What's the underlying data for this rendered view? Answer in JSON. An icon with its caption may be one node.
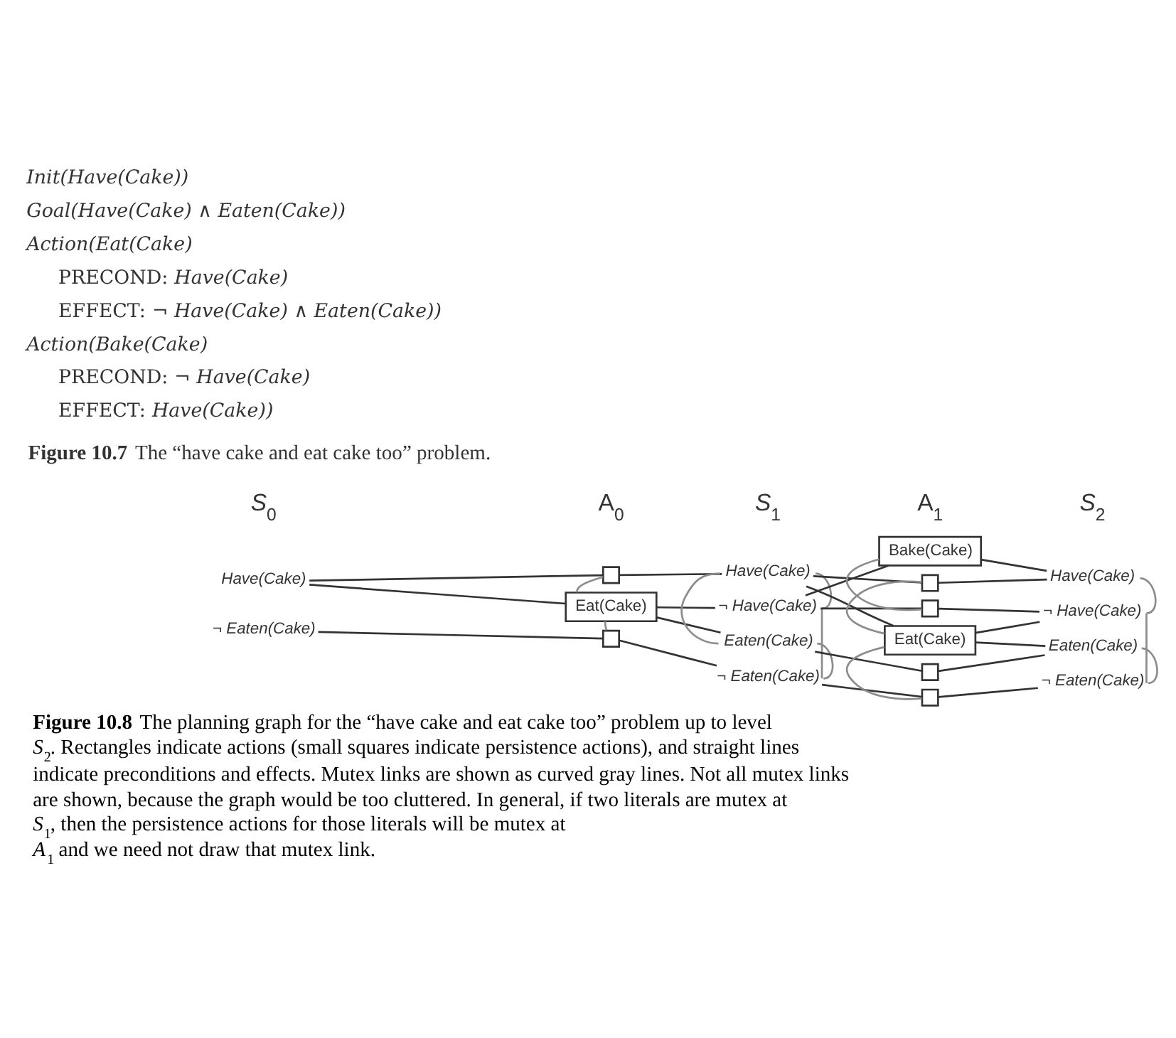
{
  "diagram": {
    "caption": "**Figure 10.8** The planning graph for the “have cake and eat cake too” problem up to level *S*$_{2}$. Rectangles indicate actions (small squares indicate persistence actions), and straight lines indicate preconditions and effects. Mutex links are shown as curved gray lines. Not all mutex links are shown, because the graph would be too cluttered. In general, if two literals are mutex at *S*$_{1}$, then the persistence actions for those literals will be mutex at *A*$_{1}$ and we need not draw that mutex link.",
    "nodes": [
      {
        "text": [
          "Have(Cake)"
        ]
      },
      {
        "text": [
          "¬ Eaten(Cake)"
        ]
      },
      {
        "text": [],
        "shape": "box"
      },
      {
        "text": [
          "Eat(Cake)"
        ]
      },
      {
        "text": [],
        "shape": "box"
      },
      {
        "text": [
          "Have(Cake)"
        ]
      },
      {
        "text": [
          "¬ Have(Cake)"
        ]
      },
      {
        "text": [
          "Eaten(Cake)"
        ]
      },
      {
        "text": [
          "¬ Eaten(Cake)"
        ]
      },
      {
        "text": [
          "Bake(Cake)"
        ]
      },
      {
        "text": [],
        "shape": "box"
      },
      {
        "text": [],
        "shape": "box"
      },
      {
        "text": [
          "Eat(Cake)"
        ]
      },
      {
        "text": [],
        "shape": "box"
      },
      {
        "text": [],
        "shape": "box"
      },
      {
        "text": [
          "Have(Cake)"
        ]
      },
      {
        "text": [
          "¬ Have(Cake)"
        ]
      },
      {
        "text": [
          "Eaten(Cake)"
        ]
      },
      {
        "text": [
          "¬ Eaten(Cake)"
        ]
      }
    ],
    "edges": [
      {
        "from": 0,
        "to": 2,
        "arrow": "none"
      },
      {
        "from": 2,
        "to": 5,
        "arrow": "none"
      },
      {
        "from": 0,
        "to": 3,
        "arrow": "none"
      },
      {
        "from": 3,
        "to": 6,
        "arrow": "none"
      },
      {
        "from": 3,
        "to": 7,
        "arrow": "none"
      },
      {
        "from": 1,
        "to": 4,
        "arrow": "none"
      },
      {
        "from": 4,
        "to": 8,
        "arrow": "none"
      },
      {
        "from": 5,
        "to": 10,
        "arrow": "none"
      },
      {
        "from": 10,
        "to": 15,
        "arrow": "none"
      },
      {
        "from": 6,
        "to": 11,
        "arrow": "none"
      },
      {
        "from": 11,
        "to": 16,
        "arrow": "none"
      },
      {
        "from": 5,
        "to": 12,
        "arrow": "none"
      },
      {
        "from": 6,
        "to": 9,
        "arrow": "none"
      },
      {
        "from": 9,
        "to": 15,
        "arrow": "none"
      },
      {
        "from": 12,
        "to": 16,
        "arrow": "none"
      },
      {
        "from": 12,
        "to": 17,
        "arrow": "none"
      },
      {
        "from": 7,
        "to": 13,
        "arrow": "none"
      },
      {
        "from": 13,
        "to": 17,
        "arrow": "none"
      },
      {
        "from": 8,
        "to": 14,
        "arrow": "none"
      },
      {
        "from": 14,
        "to": 18,
        "arrow": "none"
      },
      {
        "from": 2,
        "to": 3,
        "arrow": "none",
        "color": "#8c8c8c"
      },
      {
        "from": 3,
        "to": 4,
        "arrow": "none",
        "color": "#8c8c8c"
      },
      {
        "from": 5,
        "to": 7,
        "arrow": "none",
        "color": "#8c8c8c"
      },
      {
        "from": 5,
        "to": 6,
        "arrow": "none",
        "color": "#8c8c8c"
      },
      {
        "from": 6,
        "to": 8,
        "arrow": "none",
        "color": "#8c8c8c"
      },
      {
        "from": 7,
        "to": 8,
        "arrow": "none",
        "color": "#8c8c8c"
      },
      {
        "from": 9,
        "to": 11,
        "arrow": "none",
        "color": "#8c8c8c"
      },
      {
        "from": 10,
        "to": 12,
        "arrow": "none",
        "color": "#8c8c8c"
      },
      {
        "from": 12,
        "to": 14,
        "arrow": "none",
        "color": "#8c8c8c"
      },
      {
        "from": 15,
        "to": 16,
        "arrow": "none",
        "color": "#8c8c8c"
      },
      {
        "from": 16,
        "to": 18,
        "arrow": "none",
        "color": "#8c8c8c"
      },
      {
        "from": 17,
        "to": 18,
        "arrow": "none",
        "color": "#8c8c8c"
      }
    ],
    "labels": [
      "Init(Have(Cake))",
      "Goal(Have(Cake) ∧ Eaten(Cake))",
      "Action(Eat(Cake)",
      "PRECOND: *Have(Cake)*",
      "EFFECT: *¬ Have(Cake) ∧ Eaten(Cake))*",
      "Action(Bake(Cake)",
      "PRECOND: *¬ Have(Cake)*",
      "EFFECT: *Have(Cake))*",
      "**Figure 10.7** The “have cake and eat cake too” problem.",
      "*S*$_{0}$",
      "A$_{0}$",
      "*S*$_{1}$",
      "A$_{1}$",
      "*S*$_{2}$"
    ]
  }
}
